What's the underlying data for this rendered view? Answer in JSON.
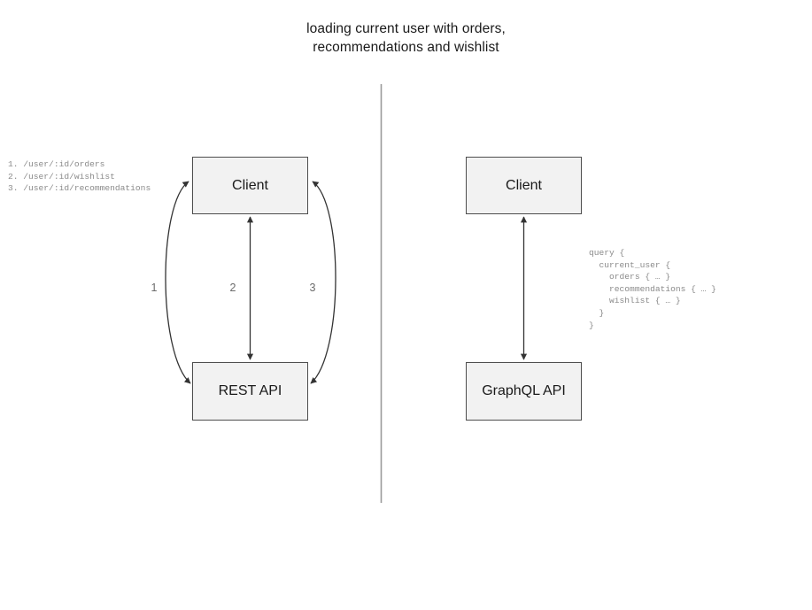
{
  "title": {
    "line1": "loading current user with orders,",
    "line2": "recommendations and wishlist"
  },
  "divider": {
    "orientation": "vertical",
    "color": "#999999"
  },
  "rest_side": {
    "client_label": "Client",
    "api_label": "REST API",
    "edge_labels": [
      "1",
      "2",
      "3"
    ],
    "endpoints_text": "1. /user/:id/orders\n2. /user/:id/wishlist\n3. /user/:id/recommendations",
    "endpoints": [
      "1. /user/:id/orders",
      "2. /user/:id/wishlist",
      "3. /user/:id/recommendations"
    ]
  },
  "graphql_side": {
    "client_label": "Client",
    "api_label": "GraphQL API",
    "query_text": "query {\n  current_user {\n    orders { … }\n    recommendations { … }\n    wishlist { … }\n  }\n}"
  },
  "colors": {
    "node_fill": "#f2f2f2",
    "node_border": "#4d4d4d",
    "edge": "#333333",
    "code_text": "#8a8a8a",
    "label_text": "#6b6b6b",
    "title_text": "#1a1a1a",
    "background": "#ffffff"
  }
}
